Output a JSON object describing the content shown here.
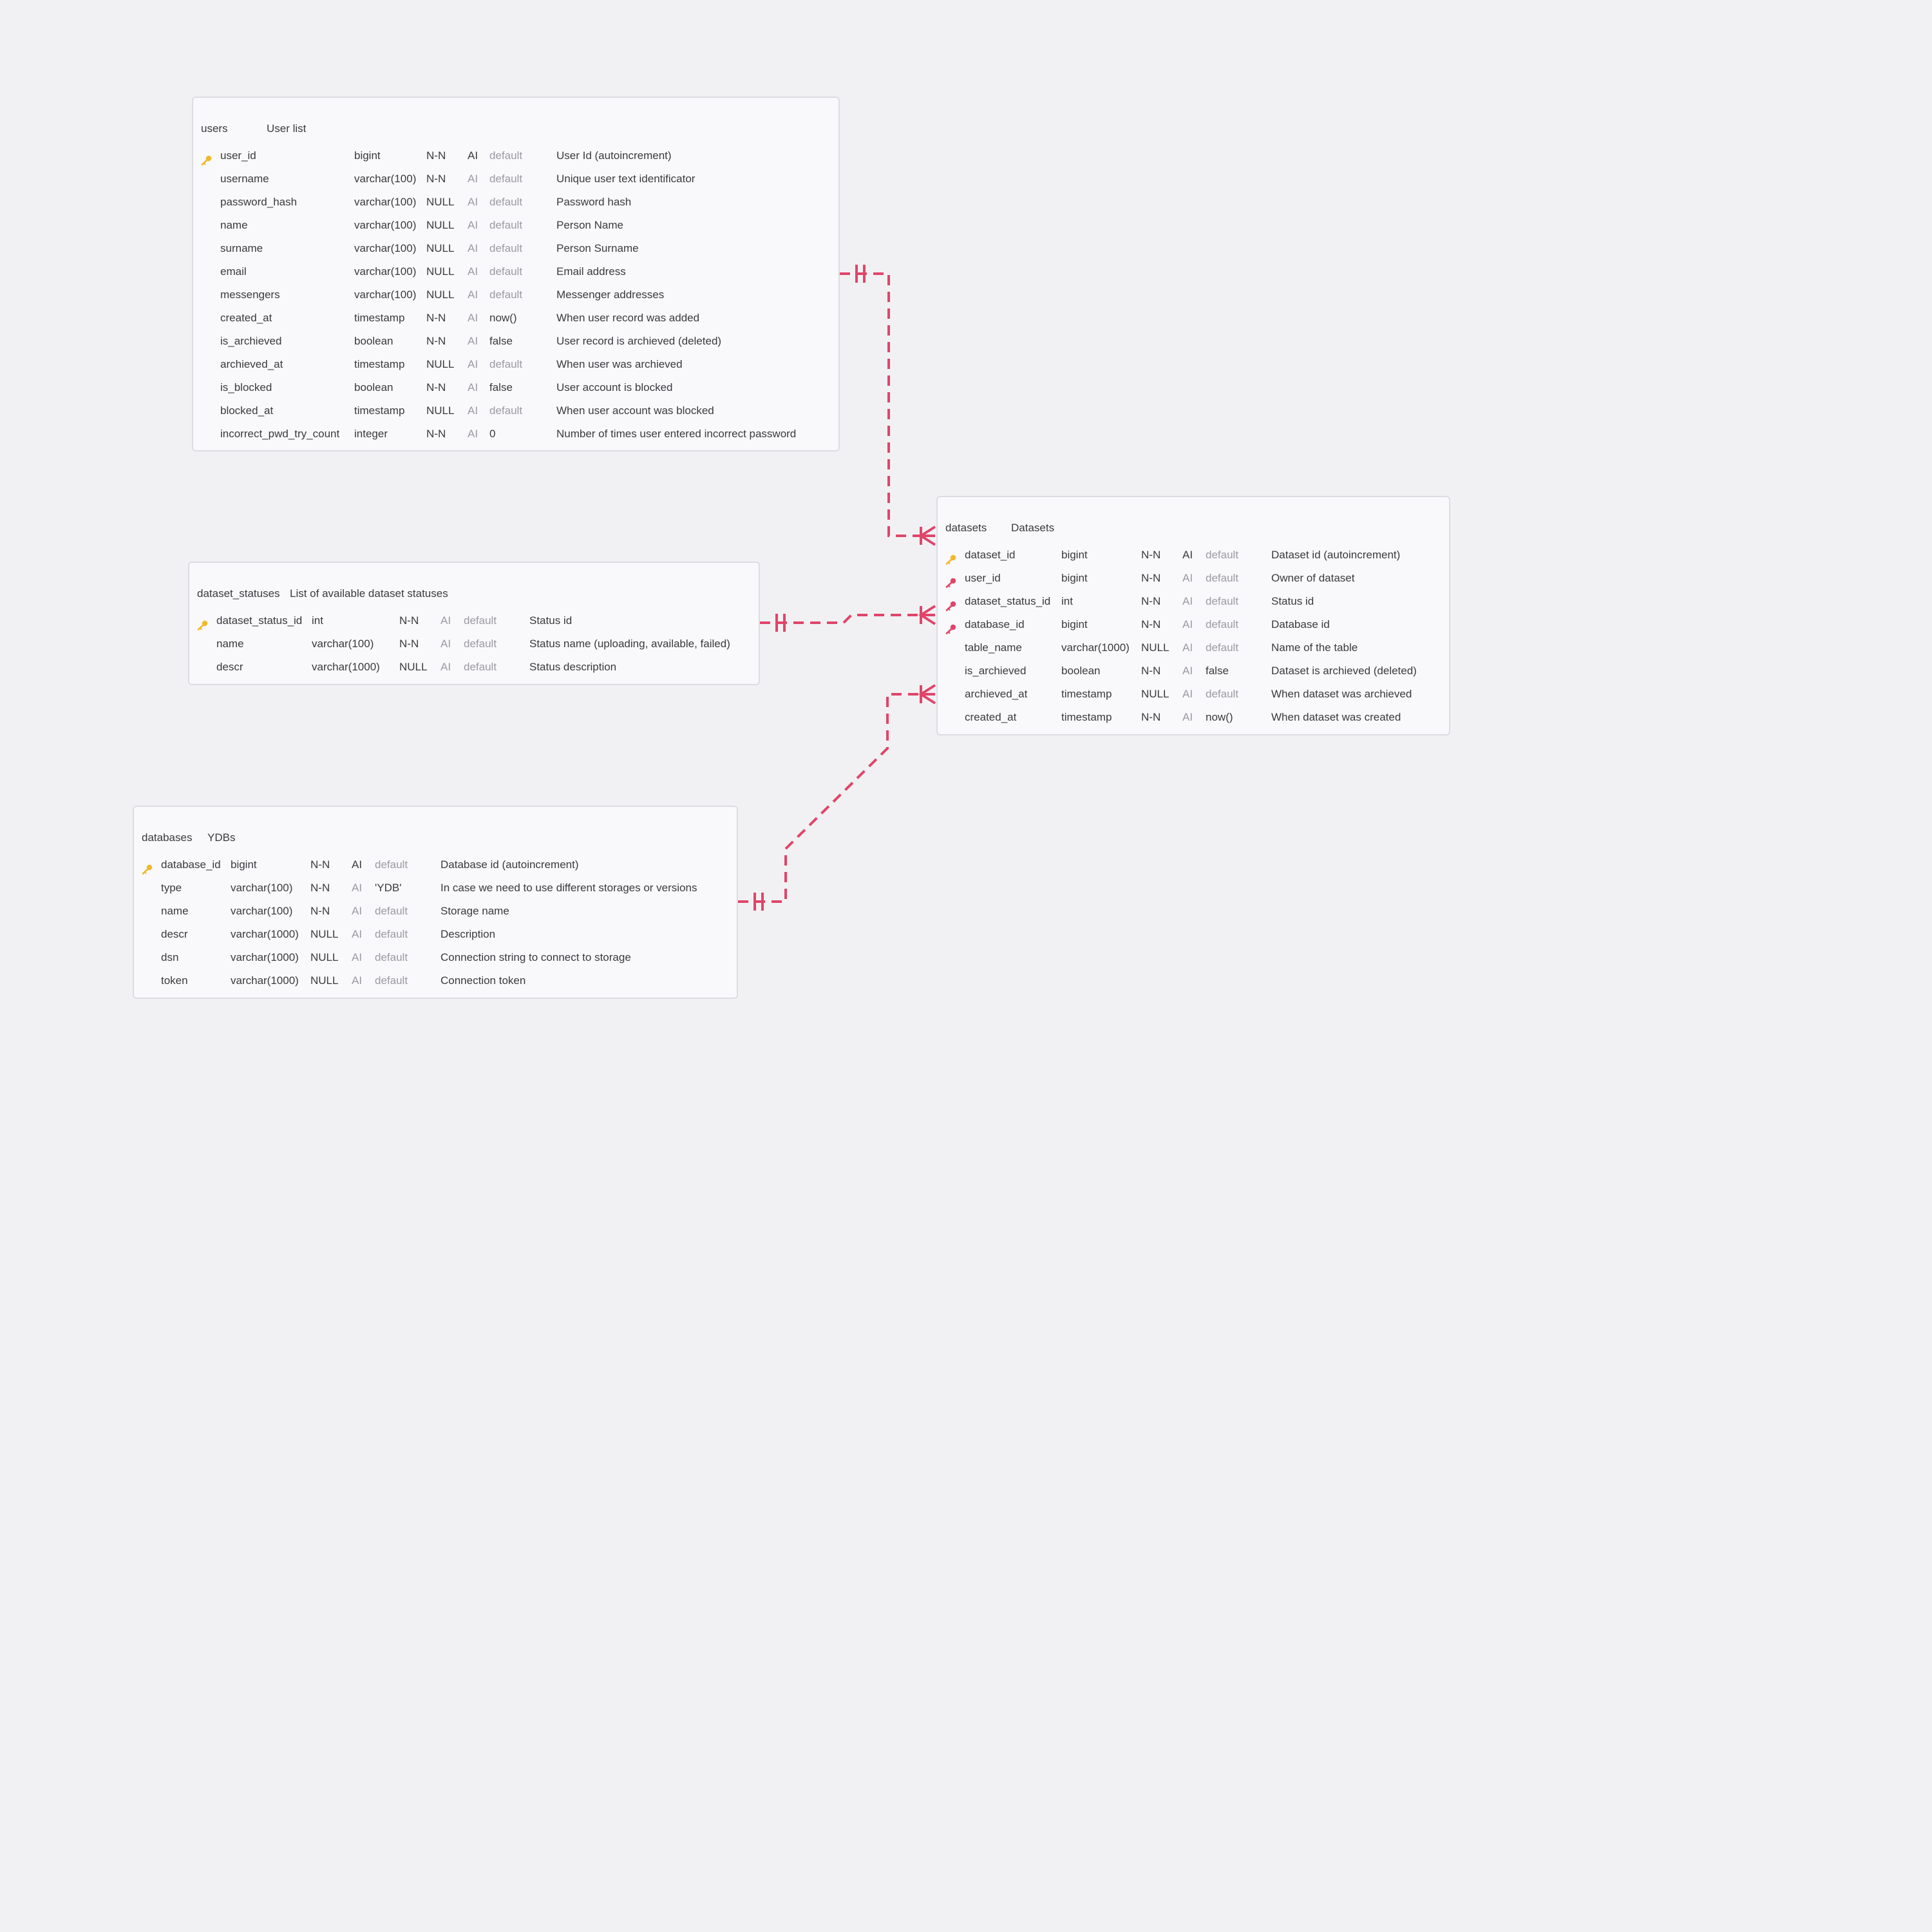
{
  "colors": {
    "background": "#f1f1f3",
    "relation": "#e0456a",
    "primary_key": "#f3b72d",
    "foreign_key": "#e0456a"
  },
  "tables": {
    "users": {
      "name": "users",
      "comment": "User list",
      "columns": [
        {
          "key": "primary",
          "name": "user_id",
          "type": "bigint",
          "nullable": "N-N",
          "ai": "AI",
          "ai_active": true,
          "default": "default",
          "default_muted": true,
          "comment": "User Id (autoincrement)"
        },
        {
          "key": "",
          "name": "username",
          "type": "varchar(100)",
          "nullable": "N-N",
          "ai": "AI",
          "ai_active": false,
          "default": "default",
          "default_muted": true,
          "comment": "Unique user text identificator"
        },
        {
          "key": "",
          "name": "password_hash",
          "type": "varchar(100)",
          "nullable": "NULL",
          "ai": "AI",
          "ai_active": false,
          "default": "default",
          "default_muted": true,
          "comment": "Password hash"
        },
        {
          "key": "",
          "name": "name",
          "type": "varchar(100)",
          "nullable": "NULL",
          "ai": "AI",
          "ai_active": false,
          "default": "default",
          "default_muted": true,
          "comment": "Person Name"
        },
        {
          "key": "",
          "name": "surname",
          "type": "varchar(100)",
          "nullable": "NULL",
          "ai": "AI",
          "ai_active": false,
          "default": "default",
          "default_muted": true,
          "comment": "Person Surname"
        },
        {
          "key": "",
          "name": "email",
          "type": "varchar(100)",
          "nullable": "NULL",
          "ai": "AI",
          "ai_active": false,
          "default": "default",
          "default_muted": true,
          "comment": "Email address"
        },
        {
          "key": "",
          "name": "messengers",
          "type": "varchar(100)",
          "nullable": "NULL",
          "ai": "AI",
          "ai_active": false,
          "default": "default",
          "default_muted": true,
          "comment": "Messenger addresses"
        },
        {
          "key": "",
          "name": "created_at",
          "type": "timestamp",
          "nullable": "N-N",
          "ai": "AI",
          "ai_active": false,
          "default": "now()",
          "default_muted": false,
          "comment": "When user record was added"
        },
        {
          "key": "",
          "name": "is_archieved",
          "type": "boolean",
          "nullable": "N-N",
          "ai": "AI",
          "ai_active": false,
          "default": "false",
          "default_muted": false,
          "comment": "User record is archieved (deleted)"
        },
        {
          "key": "",
          "name": "archieved_at",
          "type": "timestamp",
          "nullable": "NULL",
          "ai": "AI",
          "ai_active": false,
          "default": "default",
          "default_muted": true,
          "comment": "When user was archieved"
        },
        {
          "key": "",
          "name": "is_blocked",
          "type": "boolean",
          "nullable": "N-N",
          "ai": "AI",
          "ai_active": false,
          "default": "false",
          "default_muted": false,
          "comment": "User account is blocked"
        },
        {
          "key": "",
          "name": "blocked_at",
          "type": "timestamp",
          "nullable": "NULL",
          "ai": "AI",
          "ai_active": false,
          "default": "default",
          "default_muted": true,
          "comment": "When user account was blocked"
        },
        {
          "key": "",
          "name": "incorrect_pwd_try_count",
          "type": "integer",
          "nullable": "N-N",
          "ai": "AI",
          "ai_active": false,
          "default": "0",
          "default_muted": false,
          "comment": "Number of times user entered incorrect password"
        }
      ]
    },
    "dataset_statuses": {
      "name": "dataset_statuses",
      "comment": "List of available dataset statuses",
      "columns": [
        {
          "key": "primary",
          "name": "dataset_status_id",
          "type": "int",
          "nullable": "N-N",
          "ai": "AI",
          "ai_active": false,
          "default": "default",
          "default_muted": true,
          "comment": "Status id"
        },
        {
          "key": "",
          "name": "name",
          "type": "varchar(100)",
          "nullable": "N-N",
          "ai": "AI",
          "ai_active": false,
          "default": "default",
          "default_muted": true,
          "comment": "Status name (uploading, available, failed)"
        },
        {
          "key": "",
          "name": "descr",
          "type": "varchar(1000)",
          "nullable": "NULL",
          "ai": "AI",
          "ai_active": false,
          "default": "default",
          "default_muted": true,
          "comment": "Status description"
        }
      ]
    },
    "datasets": {
      "name": "datasets",
      "comment": "Datasets",
      "columns": [
        {
          "key": "primary",
          "name": "dataset_id",
          "type": "bigint",
          "nullable": "N-N",
          "ai": "AI",
          "ai_active": true,
          "default": "default",
          "default_muted": true,
          "comment": "Dataset id (autoincrement)"
        },
        {
          "key": "foreign",
          "name": "user_id",
          "type": "bigint",
          "nullable": "N-N",
          "ai": "AI",
          "ai_active": false,
          "default": "default",
          "default_muted": true,
          "comment": "Owner of dataset"
        },
        {
          "key": "foreign",
          "name": "dataset_status_id",
          "type": "int",
          "nullable": "N-N",
          "ai": "AI",
          "ai_active": false,
          "default": "default",
          "default_muted": true,
          "comment": "Status id"
        },
        {
          "key": "foreign",
          "name": "database_id",
          "type": "bigint",
          "nullable": "N-N",
          "ai": "AI",
          "ai_active": false,
          "default": "default",
          "default_muted": true,
          "comment": "Database id"
        },
        {
          "key": "",
          "name": "table_name",
          "type": "varchar(1000)",
          "nullable": "NULL",
          "ai": "AI",
          "ai_active": false,
          "default": "default",
          "default_muted": true,
          "comment": "Name of the table"
        },
        {
          "key": "",
          "name": "is_archieved",
          "type": "boolean",
          "nullable": "N-N",
          "ai": "AI",
          "ai_active": false,
          "default": "false",
          "default_muted": false,
          "comment": "Dataset is archieved (deleted)"
        },
        {
          "key": "",
          "name": "archieved_at",
          "type": "timestamp",
          "nullable": "NULL",
          "ai": "AI",
          "ai_active": false,
          "default": "default",
          "default_muted": true,
          "comment": "When dataset was archieved"
        },
        {
          "key": "",
          "name": "created_at",
          "type": "timestamp",
          "nullable": "N-N",
          "ai": "AI",
          "ai_active": false,
          "default": "now()",
          "default_muted": false,
          "comment": "When dataset was created"
        }
      ]
    },
    "databases": {
      "name": "databases",
      "comment": "YDBs",
      "columns": [
        {
          "key": "primary",
          "name": "database_id",
          "type": "bigint",
          "nullable": "N-N",
          "ai": "AI",
          "ai_active": true,
          "default": "default",
          "default_muted": true,
          "comment": "Database id (autoincrement)"
        },
        {
          "key": "",
          "name": "type",
          "type": "varchar(100)",
          "nullable": "N-N",
          "ai": "AI",
          "ai_active": false,
          "default": "'YDB'",
          "default_muted": false,
          "comment": "In case we need to use different storages or versions"
        },
        {
          "key": "",
          "name": "name",
          "type": "varchar(100)",
          "nullable": "N-N",
          "ai": "AI",
          "ai_active": false,
          "default": "default",
          "default_muted": true,
          "comment": "Storage name"
        },
        {
          "key": "",
          "name": "descr",
          "type": "varchar(1000)",
          "nullable": "NULL",
          "ai": "AI",
          "ai_active": false,
          "default": "default",
          "default_muted": true,
          "comment": "Description"
        },
        {
          "key": "",
          "name": "dsn",
          "type": "varchar(1000)",
          "nullable": "NULL",
          "ai": "AI",
          "ai_active": false,
          "default": "default",
          "default_muted": true,
          "comment": "Connection string to connect to storage"
        },
        {
          "key": "",
          "name": "token",
          "type": "varchar(1000)",
          "nullable": "NULL",
          "ai": "AI",
          "ai_active": false,
          "default": "default",
          "default_muted": true,
          "comment": "Connection token"
        }
      ]
    }
  },
  "relations": [
    {
      "from": "users.user_id",
      "to": "datasets.user_id",
      "cardinality": "one-to-many"
    },
    {
      "from": "dataset_statuses.dataset_status_id",
      "to": "datasets.dataset_status_id",
      "cardinality": "one-to-many"
    },
    {
      "from": "databases.database_id",
      "to": "datasets.database_id",
      "cardinality": "one-to-many"
    }
  ]
}
